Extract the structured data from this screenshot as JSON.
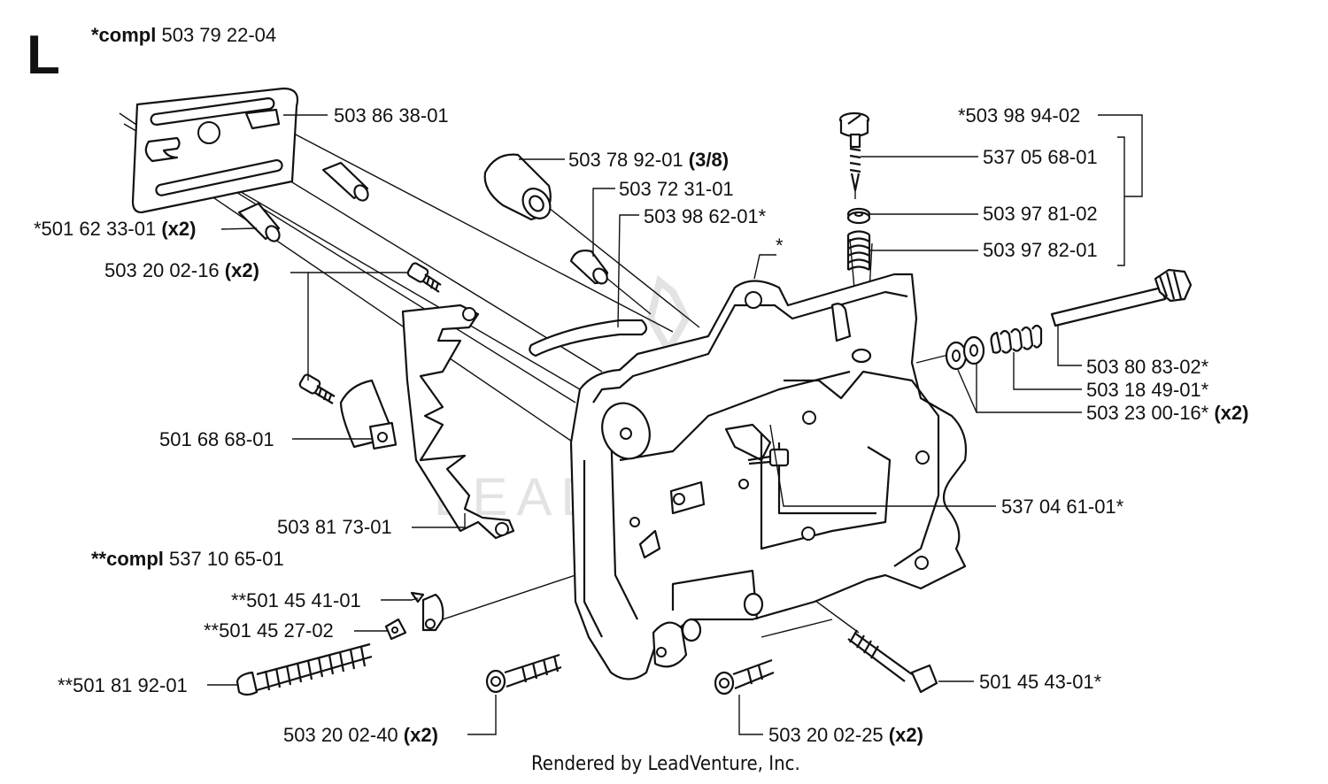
{
  "section": "L",
  "compl_top": {
    "prefix": "*compl",
    "number": "503 79 22-04"
  },
  "compl_mid": {
    "prefix": "**compl",
    "number": "537 10 65-01"
  },
  "watermark": "LEADVENTURE",
  "footer": "Rendered by LeadVenture, Inc.",
  "labels": {
    "p1": {
      "text": "503 86 38-01",
      "qty": ""
    },
    "p2": {
      "text": "*501 62 33-01",
      "qty": "(x2)"
    },
    "p3": {
      "text": "503 20 02-16",
      "qty": "(x2)"
    },
    "p4": {
      "text": "501 68 68-01",
      "qty": ""
    },
    "p5": {
      "text": "503 81 73-01",
      "qty": ""
    },
    "p6": {
      "text": "**501 45 41-01",
      "qty": ""
    },
    "p7": {
      "text": "**501 45 27-02",
      "qty": ""
    },
    "p8": {
      "text": "**501 81 92-01",
      "qty": ""
    },
    "p9": {
      "text": "503 20 02-40",
      "qty": "(x2)"
    },
    "p10": {
      "text": "503 20 02-25",
      "qty": "(x2)"
    },
    "p11": {
      "text": "501 45 43-01*",
      "qty": ""
    },
    "p12": {
      "text": "537 04 61-01*",
      "qty": ""
    },
    "p13": {
      "text": "503 23 00-16*",
      "qty": "(x2)"
    },
    "p14": {
      "text": "503 18 49-01*",
      "qty": ""
    },
    "p15": {
      "text": "503 80 83-02*",
      "qty": ""
    },
    "p16": {
      "text": "503 97 82-01",
      "qty": ""
    },
    "p17": {
      "text": "503 97 81-02",
      "qty": ""
    },
    "p18": {
      "text": "537 05 68-01",
      "qty": ""
    },
    "p19": {
      "text": "*503 98 94-02",
      "qty": ""
    },
    "p20": {
      "text": "503 78 92-01",
      "qty": "(3/8)"
    },
    "p21": {
      "text": "503 72 31-01",
      "qty": ""
    },
    "p22": {
      "text": "503 98 62-01*",
      "qty": ""
    },
    "p23": {
      "text": "*",
      "qty": ""
    }
  }
}
